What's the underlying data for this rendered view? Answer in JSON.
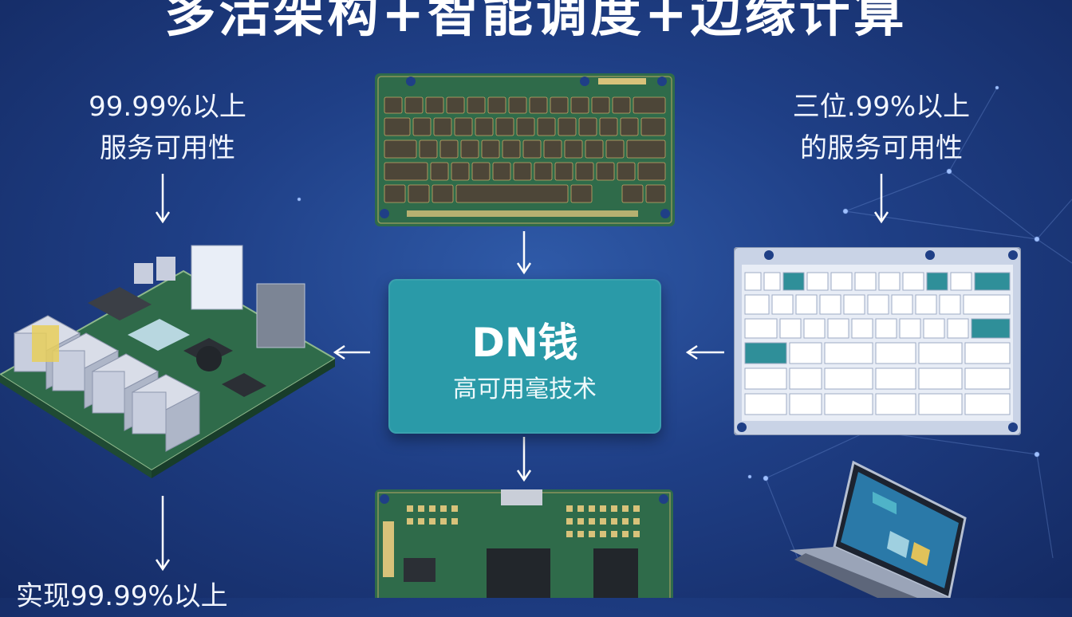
{
  "header": {
    "title": "多活架构+智能调度+边缘计算"
  },
  "left": {
    "label_line1": "99.99%以上",
    "label_line2": "服务可用性"
  },
  "right": {
    "label_line1": "三位.99%以上",
    "label_line2": "的服务可用性"
  },
  "bottom_left": {
    "label": "实现99.99%以上"
  },
  "center": {
    "title": "DN钱",
    "subtitle": "高可用毫技术"
  },
  "colors": {
    "background": "#1f3f86",
    "center_box": "#2a9aa8",
    "pcb_green": "#2f6b4a",
    "text": "#ffffff"
  }
}
